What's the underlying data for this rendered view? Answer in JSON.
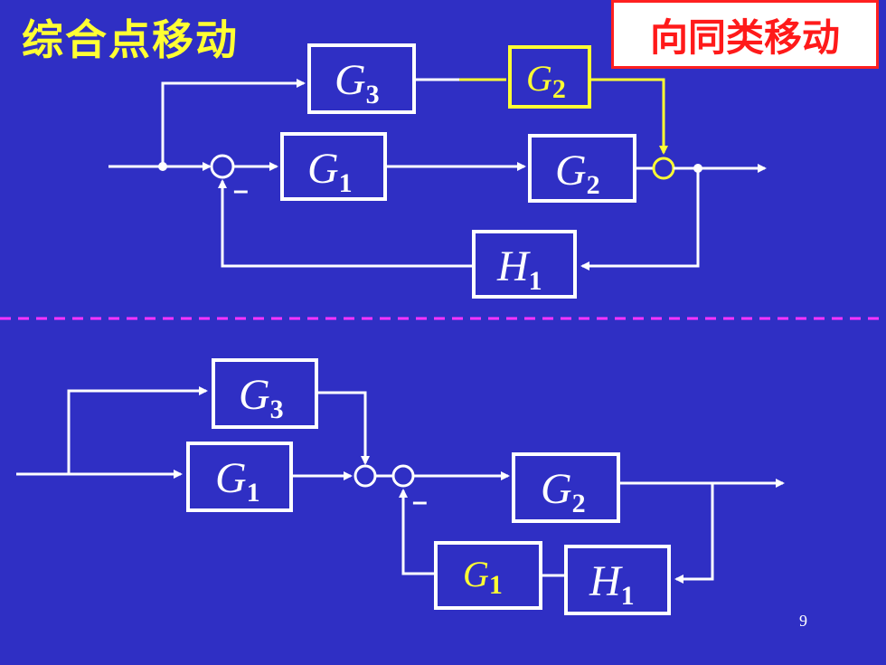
{
  "title": "综合点移动",
  "badge": "向同类移动",
  "page_number": "9",
  "colors": {
    "background": "#2f2fc4",
    "line": "#ffffff",
    "highlight": "#ffff33",
    "badge_text": "#ff1a1a",
    "divider": "#ff33ff"
  },
  "top_diagram": {
    "blocks": [
      {
        "id": "G3",
        "base": "G",
        "sub": "3"
      },
      {
        "id": "G2_moved",
        "base": "G",
        "sub": "2"
      },
      {
        "id": "G1",
        "base": "G",
        "sub": "1"
      },
      {
        "id": "G2",
        "base": "G",
        "sub": "2"
      },
      {
        "id": "H1",
        "base": "H",
        "sub": "1"
      }
    ],
    "feedback_sign": "–"
  },
  "bottom_diagram": {
    "blocks": [
      {
        "id": "G3",
        "base": "G",
        "sub": "3"
      },
      {
        "id": "G1",
        "base": "G",
        "sub": "1"
      },
      {
        "id": "G2",
        "base": "G",
        "sub": "2"
      },
      {
        "id": "G1_fb",
        "base": "G",
        "sub": "1"
      },
      {
        "id": "H1",
        "base": "H",
        "sub": "1"
      }
    ],
    "feedback_sign": "–"
  }
}
